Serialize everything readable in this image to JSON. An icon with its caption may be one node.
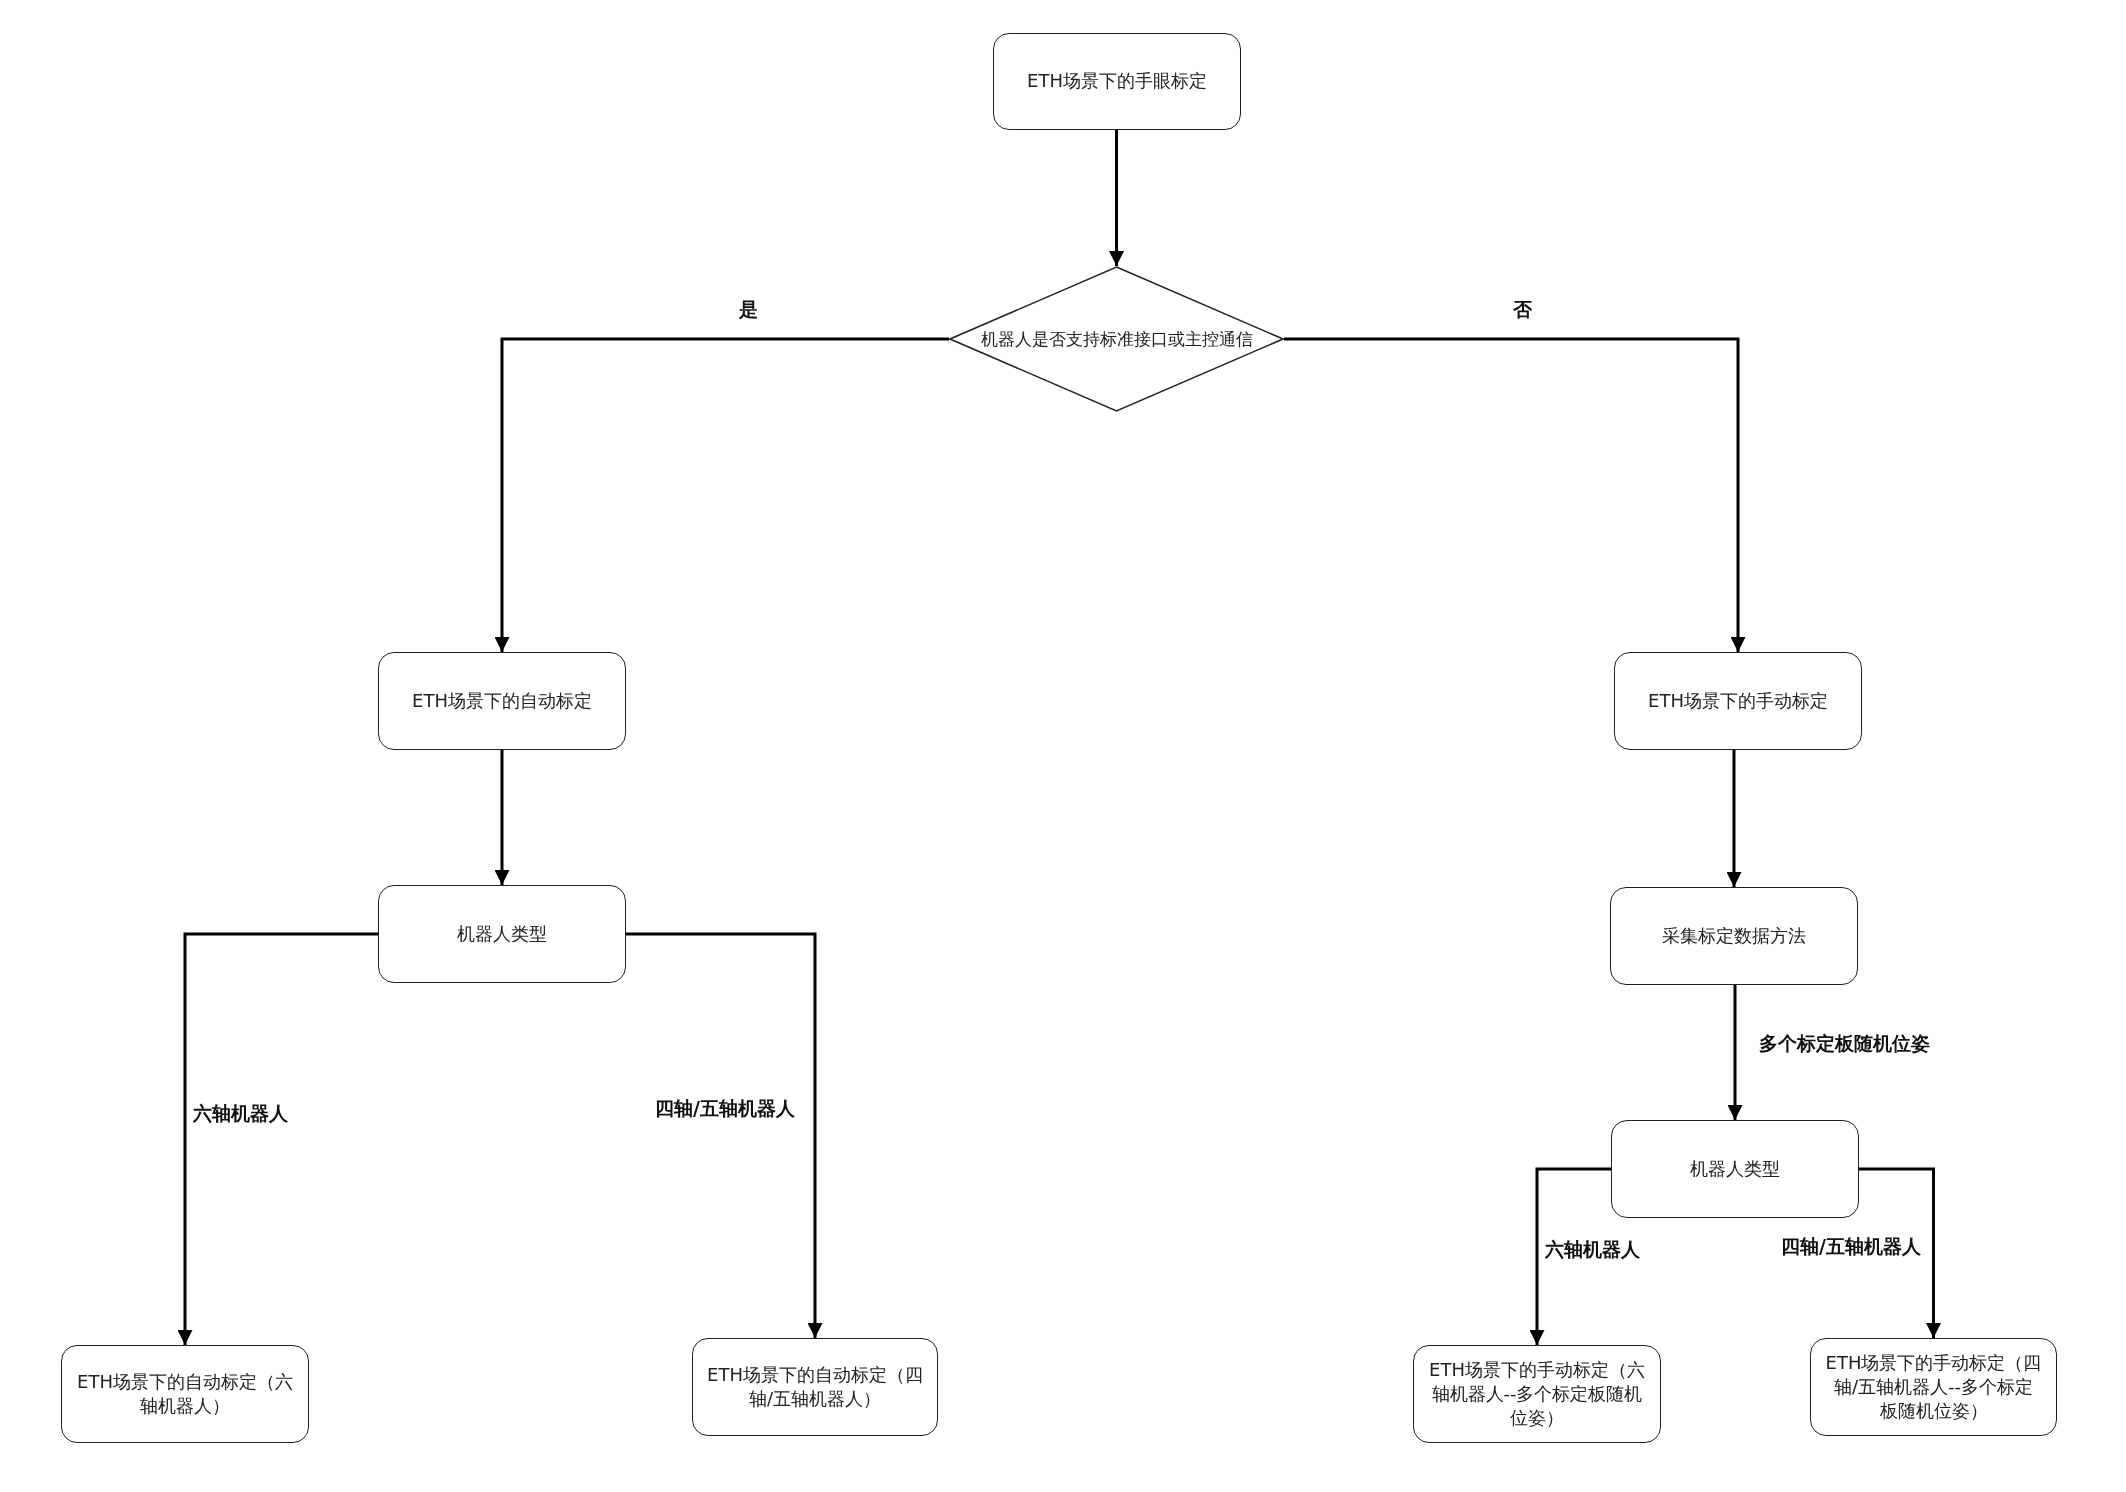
{
  "diagram": {
    "nodes": [
      {
        "text": [
          "ETH场景下的手眼标定"
        ]
      },
      {
        "text": [
          "机器人是否支持标准接口或主控通信"
        ]
      },
      {
        "text": [
          "ETH场景下的自动标定"
        ]
      },
      {
        "text": [
          "ETH场景下的手动标定"
        ]
      },
      {
        "text": [
          "机器人类型"
        ]
      },
      {
        "text": [
          "采集标定数据方法"
        ]
      },
      {
        "text": [
          "机器人类型"
        ]
      },
      {
        "text": [
          "ETH场景下的自动标定（六轴机器人）"
        ]
      },
      {
        "text": [
          "ETH场景下的自动标定（四轴/五轴机器人）"
        ]
      },
      {
        "text": [
          "ETH场景下的手动标定（六轴机器人--多个标定板随机位姿）"
        ]
      },
      {
        "text": [
          "ETH场景下的手动标定（四轴/五轴机器人--多个标定板随机位姿）"
        ]
      }
    ],
    "edges": [
      {
        "from": 0,
        "to": 1,
        "arrow": "to"
      },
      {
        "from": 1,
        "to": 2,
        "arrow": "to",
        "label": "是"
      },
      {
        "from": 1,
        "to": 3,
        "arrow": "to",
        "label": "否"
      },
      {
        "from": 2,
        "to": 4,
        "arrow": "to"
      },
      {
        "from": 3,
        "to": 5,
        "arrow": "to"
      },
      {
        "from": 5,
        "to": 6,
        "arrow": "to",
        "label": "多个标定板随机位姿"
      },
      {
        "from": 4,
        "to": 7,
        "arrow": "to",
        "label": "六轴机器人"
      },
      {
        "from": 4,
        "to": 8,
        "arrow": "to",
        "label": "四轴/五轴机器人"
      },
      {
        "from": 6,
        "to": 9,
        "arrow": "to",
        "label": "六轴机器人"
      },
      {
        "from": 6,
        "to": 10,
        "arrow": "to",
        "label": "四轴/五轴机器人"
      }
    ]
  }
}
